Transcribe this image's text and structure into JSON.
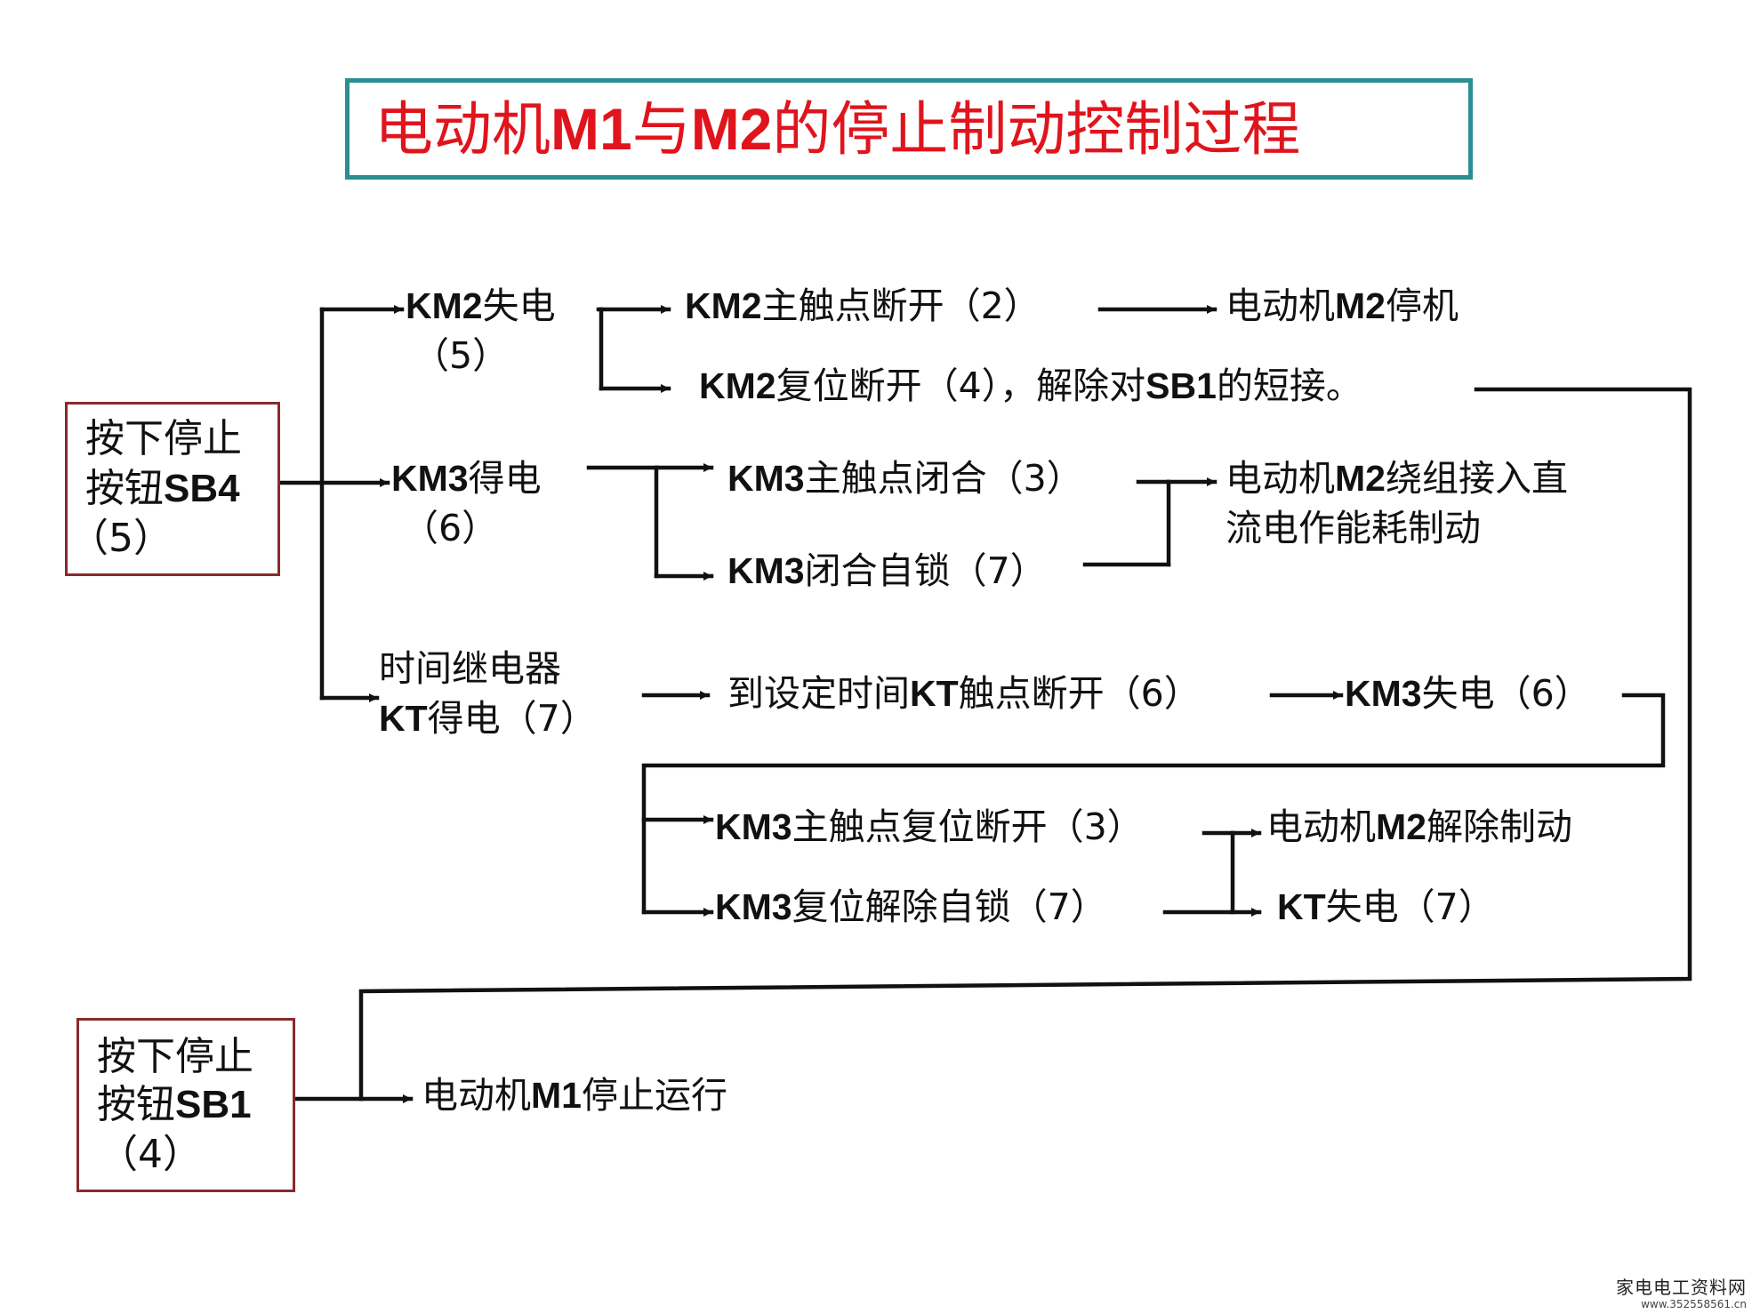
{
  "title": {
    "part1": "电动机",
    "m1": "M1",
    "part2": "与",
    "m2": "M2",
    "part3": "的停止制动控制过程",
    "color": "#e0141c",
    "border_color": "#2a8f92"
  },
  "start_sb4": {
    "line1": "按下停止",
    "line2_text": "按钮",
    "line2_code": "SB4",
    "line3": "（5）"
  },
  "start_sb1": {
    "line1": "按下停止",
    "line2_text": "按钮",
    "line2_code": "SB1",
    "line3": "（4）"
  },
  "nodes": {
    "km2_lose": {
      "code": "KM2",
      "text": "失电",
      "num": "（5）"
    },
    "km2_main": {
      "code": "KM2",
      "text": "主触点断开（2）"
    },
    "m2_stop": {
      "pre": "电动机",
      "code": "M2",
      "text": "停机"
    },
    "km2_reset": {
      "code": "KM2",
      "text": "复位断开（4），解除对",
      "code2": "SB1",
      "text2": "的短接。"
    },
    "km3_get": {
      "code": "KM3",
      "text": "得电",
      "num": "（6）"
    },
    "km3_main": {
      "code": "KM3",
      "text": "主触点闭合（3）"
    },
    "km3_lock": {
      "code": "KM3",
      "text": "闭合自锁（7）"
    },
    "m2_brake": {
      "pre": "电动机",
      "code": "M2",
      "text": "绕组接入直",
      "line2": "流电作能耗制动"
    },
    "kt_get": {
      "line1": "时间继电器",
      "code": "KT",
      "text": "得电（7）"
    },
    "kt_open": {
      "pre": "到设定时间",
      "code": "KT",
      "text": "触点断开（6）"
    },
    "km3_lose": {
      "code": "KM3",
      "text": "失电（6）"
    },
    "km3_main_reset": {
      "code": "KM3",
      "text": "主触点复位断开（3）"
    },
    "m2_release": {
      "pre": "电动机",
      "code": "M2",
      "text": "解除制动"
    },
    "km3_unlock": {
      "code": "KM3",
      "text": "复位解除自锁（7）"
    },
    "kt_lose": {
      "code": "KT",
      "text": "失电（7）"
    },
    "m1_stop": {
      "pre": "电动机",
      "code": "M1",
      "text": "停止运行"
    }
  },
  "watermark": {
    "main": "家电电工资料网",
    "sub": "www.352558561.cn"
  },
  "colors": {
    "box_border": "#8a2a2a",
    "wire": "#111111"
  }
}
